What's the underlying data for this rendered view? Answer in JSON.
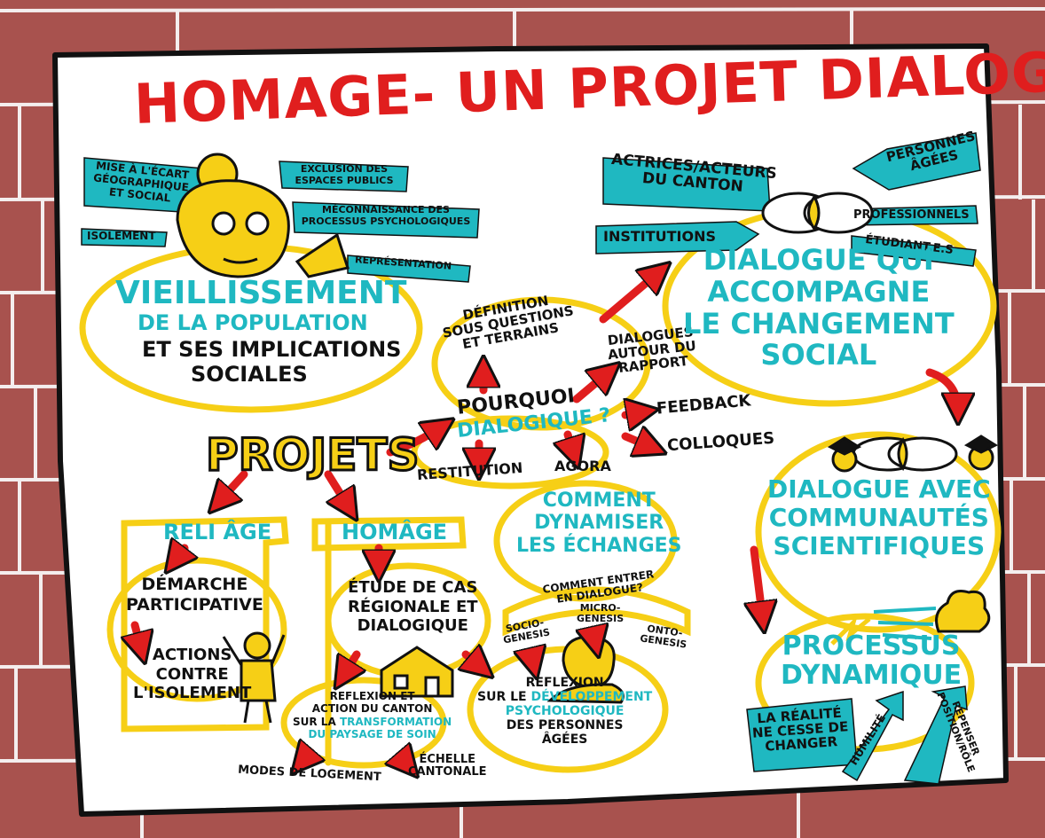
{
  "title": "HOMAGE- UN PROJET DIALOGIQUE",
  "left_top": {
    "tags": [
      "MISE À L'ÉCART GÉOGRAPHIQUE ET SOCIAL",
      "ISOLEMENT",
      "EXCLUSION DES ESPACES PUBLICS",
      "MÉCONNAISSANCE DES PROCESSUS PSYCHOLOGIQUES",
      "REPRÉSENTATION"
    ],
    "vieillissement": "VIEILLISSEMENT",
    "population": "DE LA POPULATION",
    "implications_1": "ET SES IMPLICATIONS",
    "implications_2": "SOCIALES"
  },
  "center": {
    "definition_1": "DÉFINITION",
    "definition_2": "SOUS QUESTIONS",
    "definition_3": "ET TERRAINS",
    "pourquoi": "POURQUOI",
    "dialogique": "DIALOGIQUE ?",
    "restitution": "RESTITUTION",
    "agora": "AGORA",
    "dialogues_1": "DIALOGUES",
    "dialogues_2": "AUTOUR DU",
    "dialogues_3": "RAPPORT",
    "feedback": "FEEDBACK",
    "colloques": "COLLOQUES"
  },
  "projets": "PROJETS",
  "right_top": {
    "actrices_1": "ACTRICES/ACTEURS",
    "actrices_2": "DU CANTON",
    "institutions": "INSTITUTIONS",
    "personnes_1": "PERSONNES",
    "personnes_2": "ÂGÉES",
    "professionnels": "PROFESSIONNELS",
    "etudiants": "ÉTUDIANT.E.S",
    "dialogue_1": "DIALOGUE QUI",
    "dialogue_2": "ACCOMPAGNE",
    "dialogue_3": "LE CHANGEMENT",
    "dialogue_4": "SOCIAL"
  },
  "right_bottom": {
    "communautes_1": "DIALOGUE AVEC",
    "communautes_2": "COMMUNAUTÉS",
    "communautes_3": "SCIENTIFIQUES",
    "processus_1": "PROCESSUS",
    "processus_2": "DYNAMIQUE",
    "realite_1": "LA RÉALITÉ",
    "realite_2": "NE CESSE DE",
    "realite_3": "CHANGER",
    "humilite": "HUMILITÉ",
    "repenser_1": "REPENSER",
    "repenser_2": "POSITION/RÔLE"
  },
  "reliage": {
    "title": "RELI ÂGE",
    "demarche_1": "DÉMARCHE",
    "demarche_2": "PARTICIPATIVE",
    "actions_1": "ACTIONS",
    "actions_2": "CONTRE",
    "actions_3": "L'ISOLEMENT"
  },
  "homage": {
    "title": "HOMÂGE",
    "etude_1": "ÉTUDE DE CAS",
    "etude_2": "RÉGIONALE ET",
    "etude_3": "DIALOGIQUE",
    "reflexion_a_1": "REFLEXION ET",
    "reflexion_a_2": "ACTION DU CANTON",
    "reflexion_a_3": "SUR LA",
    "reflexion_a_4": "TRANSFORMATION",
    "reflexion_a_5": "DU PAYSAGE DE SOIN",
    "modes": "MODES DE LOGEMENT",
    "echelle_1": "ÉCHELLE",
    "echelle_2": "CANTONALE",
    "reflexion_b_1": "REFLEXION",
    "reflexion_b_2": "SUR LE",
    "reflexion_b_3": "DÉVELOPPEMENT",
    "reflexion_b_4": "PSYCHOLOGIQUE",
    "reflexion_b_5": "DES PERSONNES",
    "reflexion_b_6": "ÂGÉES"
  },
  "comment": {
    "title_1": "COMMENT",
    "title_2": "DYNAMISER",
    "title_3": "LES ÉCHANGES",
    "entrer_1": "COMMENT ENTRER",
    "entrer_2": "EN DIALOGUE?",
    "socio_1": "SOCIO-",
    "socio_2": "GENESIS",
    "micro_1": "MICRO-",
    "micro_2": "GENESIS",
    "onto_1": "ONTO-",
    "onto_2": "GENESIS"
  },
  "colors": {
    "brick": "#a8524e",
    "mortar": "#f4eeee",
    "paper": "#ffffff",
    "title_red": "#e01e1e",
    "teal": "#1fb8c1",
    "yellow": "#f6cf16",
    "ink": "#111111"
  }
}
